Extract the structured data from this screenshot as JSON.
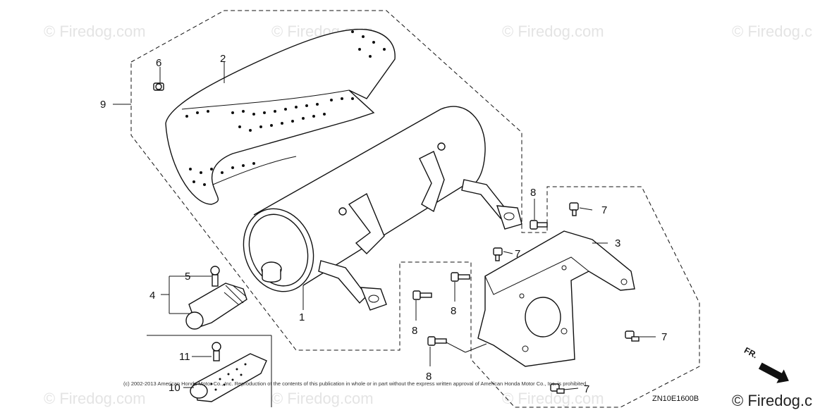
{
  "watermarks": [
    "© Firedog.com",
    "© Firedog.com",
    "© Firedog.com",
    "© Firedog.c",
    "© Firedog.com",
    "© Firedog.com",
    "© Firedog.com"
  ],
  "callouts": {
    "c1": "1",
    "c2": "2",
    "c3": "3",
    "c4": "4",
    "c5": "5",
    "c6": "6",
    "c7a": "7",
    "c7b": "7",
    "c7c": "7",
    "c7d": "7",
    "c8a": "8",
    "c8b": "8",
    "c8c": "8",
    "c8d": "8",
    "c9": "9",
    "c10": "10",
    "c11": "11"
  },
  "copyright": "(c) 2002-2013 American Honda Motor Co., Inc. Reproduction of the contents of this publication in whole or in part without the express written approval of American Honda Motor Co., Inc. is prohibited.",
  "diagram_code": "ZN10E1600B",
  "front_label": "FR.",
  "brand_mark": "© Firedog.c"
}
